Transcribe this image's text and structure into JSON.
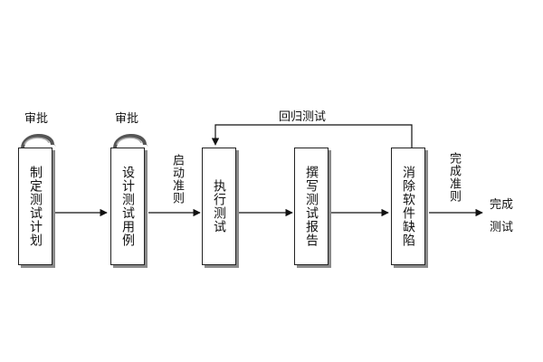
{
  "steps": [
    {
      "label": "制定测试计划"
    },
    {
      "label": "设计测试用例"
    },
    {
      "label": "执行测试"
    },
    {
      "label": "撰写测试报告"
    },
    {
      "label": "消除软件缺陷"
    }
  ],
  "approval_labels": [
    "审批",
    "审批"
  ],
  "start_criteria": "启动准则",
  "regression_label": "回归测试",
  "completion_criteria": "完成准则",
  "end_label_line1": "完成",
  "end_label_line2": "测试"
}
